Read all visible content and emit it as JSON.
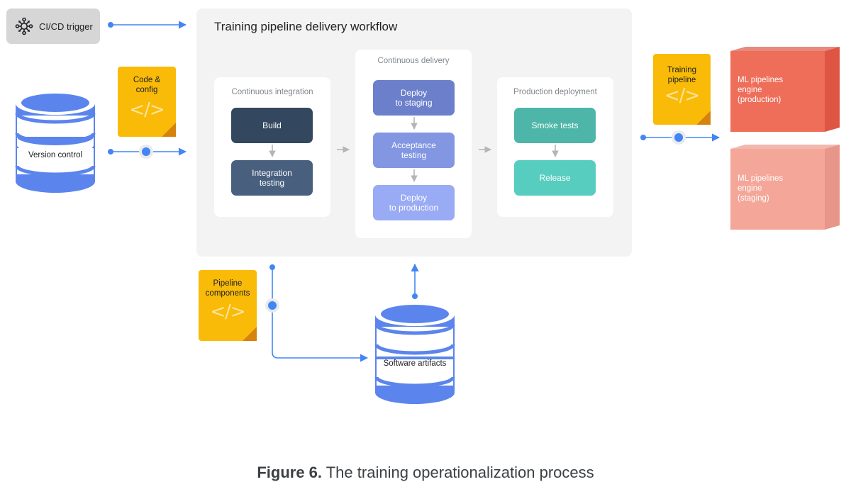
{
  "trigger": {
    "label": "CI/CD trigger",
    "icon": "network-hub-icon"
  },
  "workflow": {
    "title": "Training pipeline delivery workflow",
    "stages": [
      {
        "title": "Continuous integration",
        "steps": [
          {
            "label": "Build",
            "color": "#33475f"
          },
          {
            "label": "Integration\ntesting",
            "color": "#485f7e"
          }
        ]
      },
      {
        "title": "Continuous delivery",
        "steps": [
          {
            "label": "Deploy\nto staging",
            "color": "#6b7fcb"
          },
          {
            "label": "Acceptance\ntesting",
            "color": "#8296e2"
          },
          {
            "label": "Deploy\nto production",
            "color": "#99abf5"
          }
        ]
      },
      {
        "title": "Production deployment",
        "steps": [
          {
            "label": "Smoke tests",
            "color": "#4db6a8"
          },
          {
            "label": "Release",
            "color": "#57cdbf"
          }
        ]
      }
    ]
  },
  "notes": {
    "code_config": {
      "label": "Code &\nconfig",
      "icon": "</>"
    },
    "training_pipeline": {
      "label": "Training\npipeline",
      "icon": "</>"
    },
    "pipeline_components": {
      "label": "Pipeline\ncomponents",
      "icon": "</>"
    }
  },
  "databases": {
    "version_control": {
      "label": "Version control"
    },
    "software_artifacts": {
      "label": "Software artifacts"
    }
  },
  "engines": {
    "production": {
      "label": "ML pipelines\nengine\n(production)",
      "color": "#ef6e5a"
    },
    "staging": {
      "label": "ML pipelines\nengine\n(staging)",
      "color": "#f4a699"
    }
  },
  "caption": {
    "bold": "Figure 6.",
    "text": " The training operationalization process"
  },
  "colors": {
    "connector": "#4285f4",
    "flow_arrow": "#b5b5b5",
    "database": "#5b85ec"
  }
}
